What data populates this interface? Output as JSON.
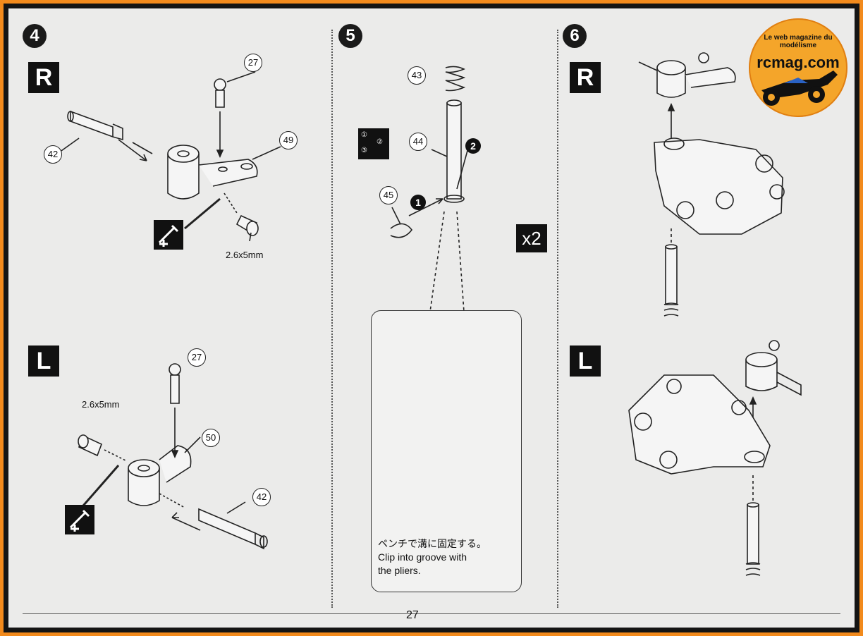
{
  "steps": {
    "s4": "4",
    "s5": "5",
    "s6": "6"
  },
  "sides": {
    "right": "R",
    "left": "L"
  },
  "step4": {
    "right": {
      "callouts": [
        "27",
        "49",
        "42"
      ],
      "screw": "2.6x5mm"
    },
    "left": {
      "callouts": [
        "27",
        "50",
        "42"
      ],
      "screw": "2.6x5mm"
    }
  },
  "step5": {
    "callouts": [
      "43",
      "44",
      "45"
    ],
    "order": [
      "1",
      "2"
    ],
    "order_icon": [
      "①",
      "②",
      "③"
    ],
    "multiplier": "x2",
    "caption_jp": "ペンチで溝に固定する。",
    "caption_en_1": "Clip into groove with",
    "caption_en_2": "the pliers."
  },
  "page_number": "27",
  "logo": {
    "main": "rcmag.com",
    "arc": "Le web magazine du modélisme"
  },
  "icons": [
    "screwdriver-icon",
    "order-icon"
  ]
}
